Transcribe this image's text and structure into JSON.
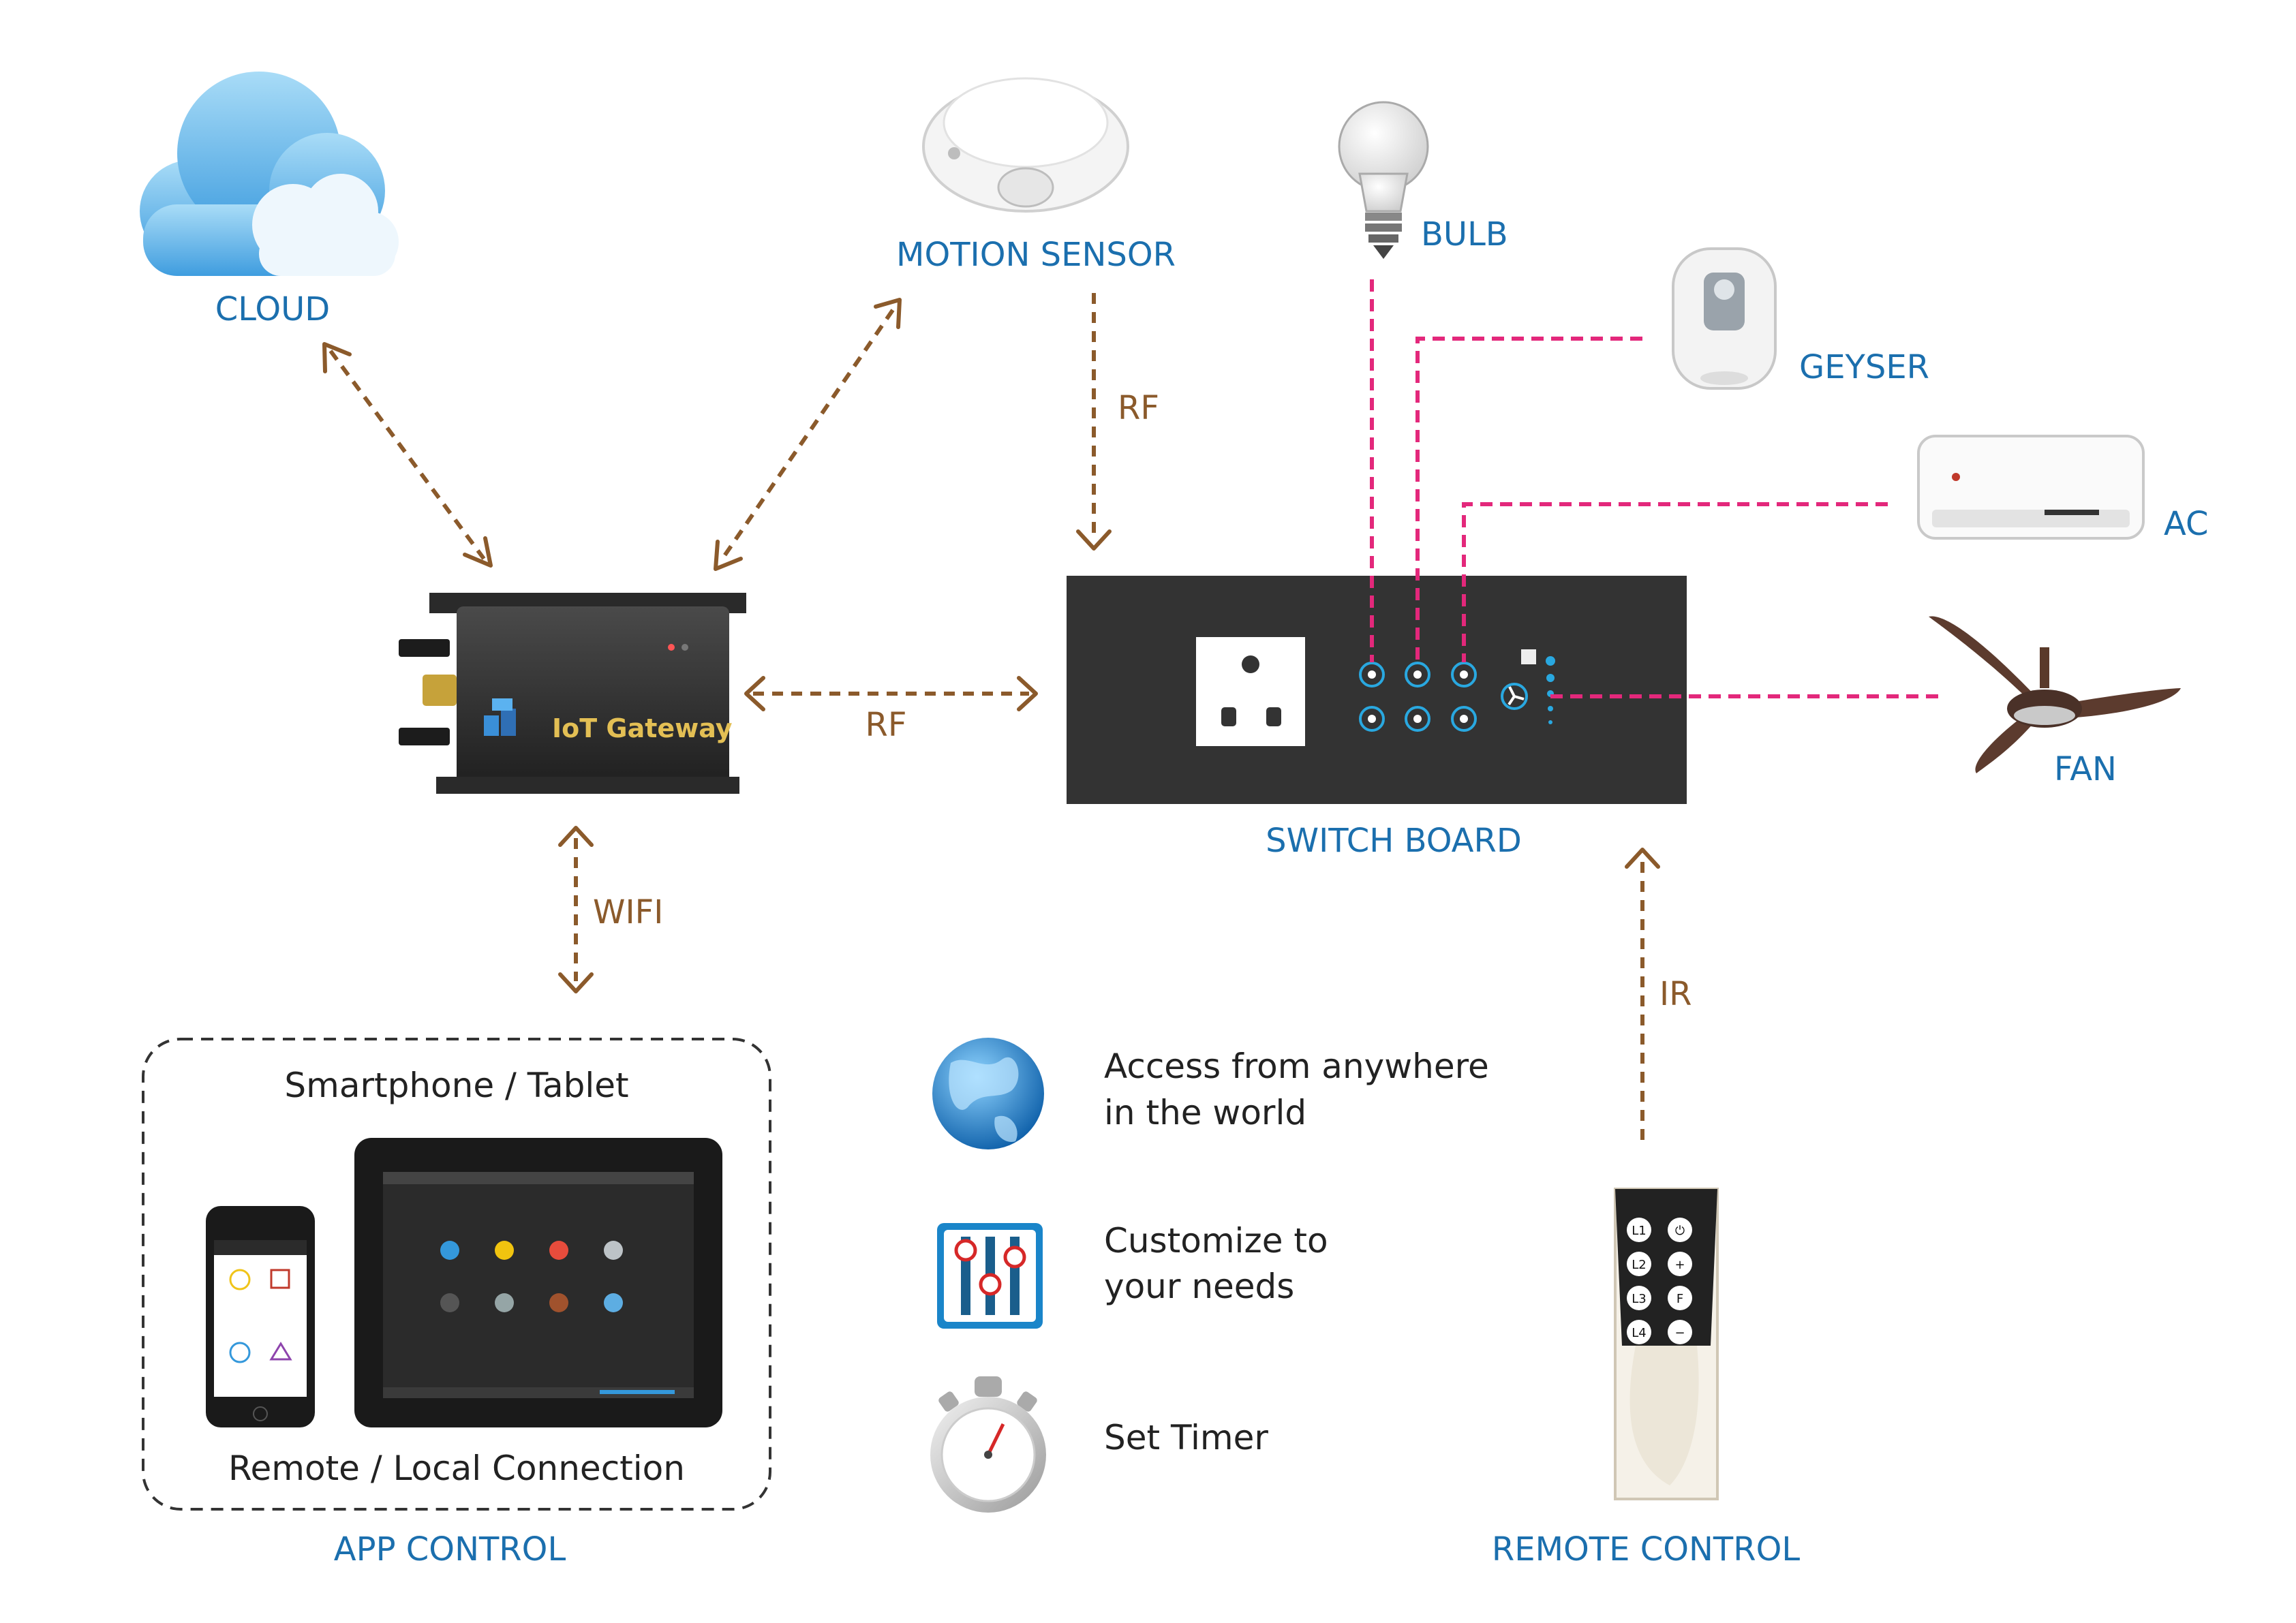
{
  "nodes": {
    "cloud": "CLOUD",
    "motion_sensor": "MOTION SENSOR",
    "bulb": "BULB",
    "geyser": "GEYSER",
    "ac": "AC",
    "fan": "FAN",
    "switch_board": "SWITCH BOARD",
    "iot_gateway": "IoT Gateway",
    "app_control": "APP CONTROL",
    "remote_control": "REMOTE CONTROL"
  },
  "links": {
    "rf_motion": "RF",
    "rf_gateway": "RF",
    "wifi": "WIFI",
    "ir": "IR"
  },
  "app_box": {
    "top": "Smartphone / Tablet",
    "bottom": "Remote / Local Connection"
  },
  "features": {
    "access_line1": "Access from anywhere",
    "access_line2": "in the world",
    "customize_line1": "Customize to",
    "customize_line2": "your needs",
    "timer": "Set Timer"
  },
  "remote_keys": [
    "L1",
    "⏻",
    "L2",
    "+",
    "L3",
    "F",
    "L4",
    "−"
  ],
  "colors": {
    "label_blue": "#1b6fae",
    "link_brown": "#8b5a2b",
    "wire_pink": "#e3287b",
    "board_dark": "#333333",
    "switch_cyan": "#29a8e0"
  }
}
